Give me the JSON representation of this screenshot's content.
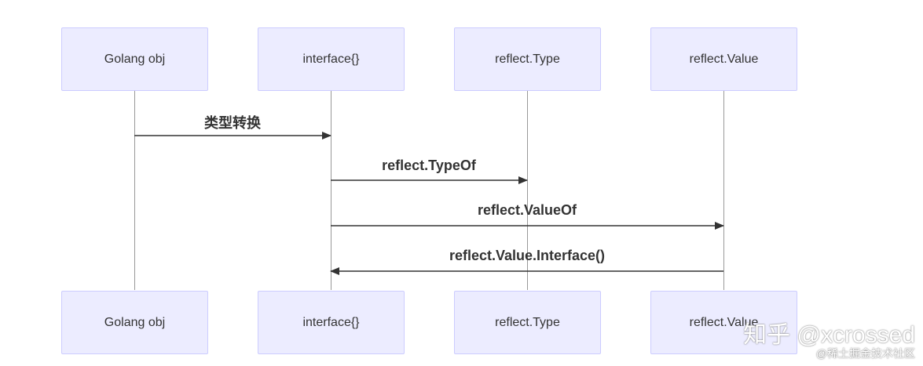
{
  "diagram": {
    "participants": [
      {
        "id": "golang",
        "label": "Golang obj"
      },
      {
        "id": "iface",
        "label": "interface{}"
      },
      {
        "id": "rtype",
        "label": "reflect.Type"
      },
      {
        "id": "rvalue",
        "label": "reflect.Value"
      }
    ],
    "messages": [
      {
        "from": "golang",
        "to": "iface",
        "label": "类型转换"
      },
      {
        "from": "iface",
        "to": "rtype",
        "label": "reflect.TypeOf"
      },
      {
        "from": "iface",
        "to": "rvalue",
        "label": "reflect.ValueOf"
      },
      {
        "from": "rvalue",
        "to": "iface",
        "label": "reflect.Value.Interface()"
      }
    ],
    "colors": {
      "actor_fill": "#ECECFF",
      "actor_border": "#CCCCFF",
      "lifeline": "#999999",
      "arrow": "#333333",
      "text": "#333333"
    }
  },
  "watermark": {
    "main": "知乎 @xcrossed",
    "sub": "@稀土掘金技术社区"
  }
}
